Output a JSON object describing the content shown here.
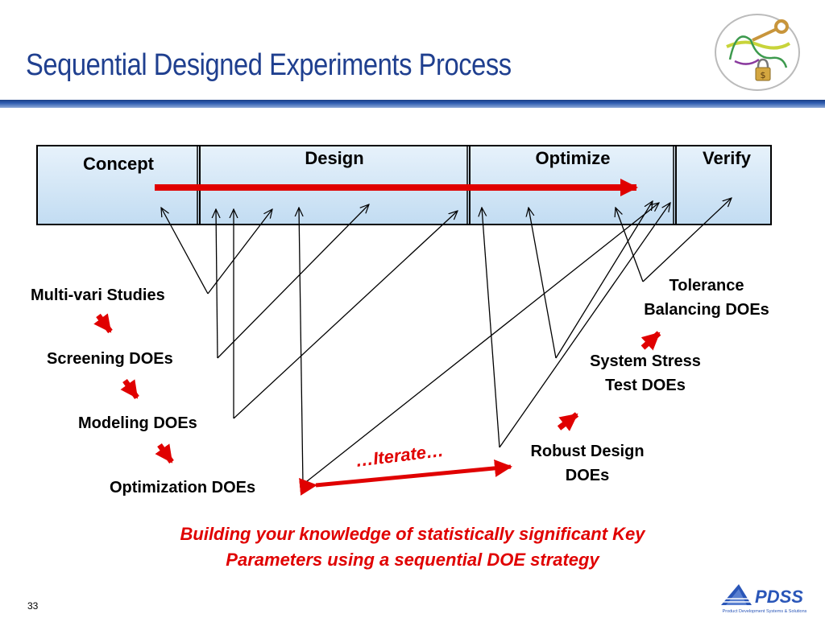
{
  "slide": {
    "title": "Sequential Designed Experiments Process",
    "page_number": "33",
    "tagline": [
      "Building your knowledge of statistically significant Key",
      "Parameters using a sequential DOE strategy"
    ],
    "iterate_label": "…Iterate…"
  },
  "phases": [
    "Concept",
    "Design",
    "Optimize",
    "Verify"
  ],
  "doe_types": {
    "left": [
      "Multi-vari Studies",
      "Screening DOEs",
      "Modeling DOEs",
      "Optimization DOEs"
    ],
    "right": {
      "tolerance": [
        "Tolerance",
        "Balancing DOEs"
      ],
      "stress": [
        "System Stress",
        "Test DOEs"
      ],
      "robust": [
        "Robust Design",
        "DOEs"
      ]
    }
  },
  "logos": {
    "bottom_logo_text": "PDSS",
    "bottom_logo_subtext": "Product Development Systems & Solutions"
  },
  "colors": {
    "title": "#1f3f8f",
    "accent_red": "#e00000",
    "phase_fill": "#cfe5f6",
    "pdss_blue": "#2a56b8"
  }
}
